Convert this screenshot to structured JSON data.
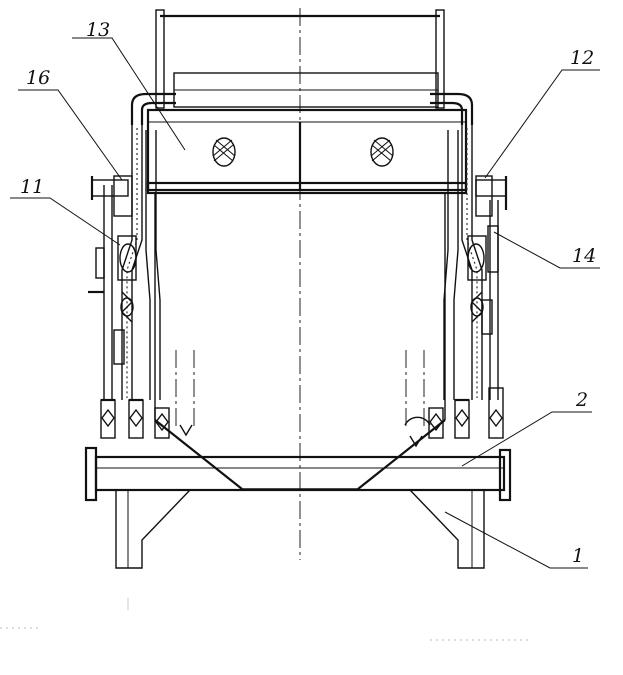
{
  "callouts": [
    {
      "id": "13",
      "text": "13"
    },
    {
      "id": "16",
      "text": "16"
    },
    {
      "id": "11",
      "text": "11"
    },
    {
      "id": "12",
      "text": "12"
    },
    {
      "id": "14",
      "text": "14"
    },
    {
      "id": "2",
      "text": "2"
    },
    {
      "id": "1",
      "text": "1"
    }
  ]
}
